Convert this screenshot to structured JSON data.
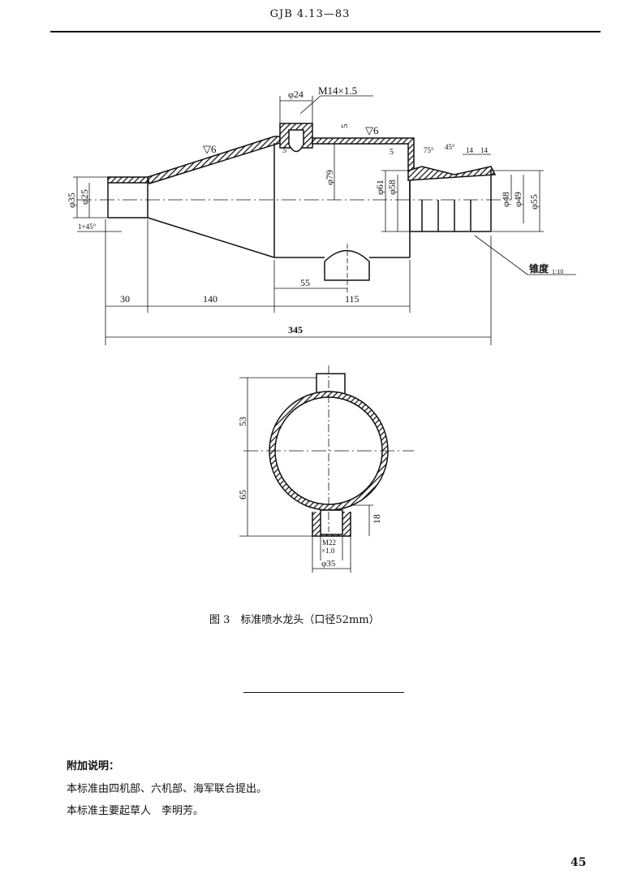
{
  "header": {
    "standard_code": "GJB 4.13—83"
  },
  "drawing": {
    "front_view": {
      "dim_phi24": "φ24",
      "thread_top": "M14×1.5",
      "roughness_1": "▽6",
      "roughness_2": "▽6",
      "dim_5_top": "5",
      "dim_5_boss": "5",
      "dim_5_right": "5",
      "angle_75": "75°",
      "angle_45": "45°",
      "dim_14a": "14",
      "dim_14b": "14",
      "dim_phi35": "φ35",
      "dim_phi25": "φ25",
      "chamfer": "1×45°",
      "dim_phi79": "φ79",
      "dim_phi61": "φ61",
      "dim_phi58": "φ58",
      "dim_phi48": "φ48",
      "dim_phi49": "φ49",
      "dim_phi55": "φ55",
      "taper_label": "锥度",
      "taper_ratio": "1:10",
      "dim_30": "30",
      "dim_140": "140",
      "dim_55": "55",
      "dim_115": "115",
      "dim_345": "345"
    },
    "section_view": {
      "dim_53": "53",
      "dim_65": "65",
      "dim_18": "18",
      "thread_bottom_1": "M22",
      "thread_bottom_2": "×1.0",
      "dim_phi35": "φ35"
    }
  },
  "caption": "图 3　标准喷水龙头（口径52mm）",
  "notes": {
    "title": "附加说明：",
    "line1": "本标准由四机部、六机部、海军联合提出。",
    "line2": "本标准主要起草人　李明芳。"
  },
  "page_number": "45"
}
